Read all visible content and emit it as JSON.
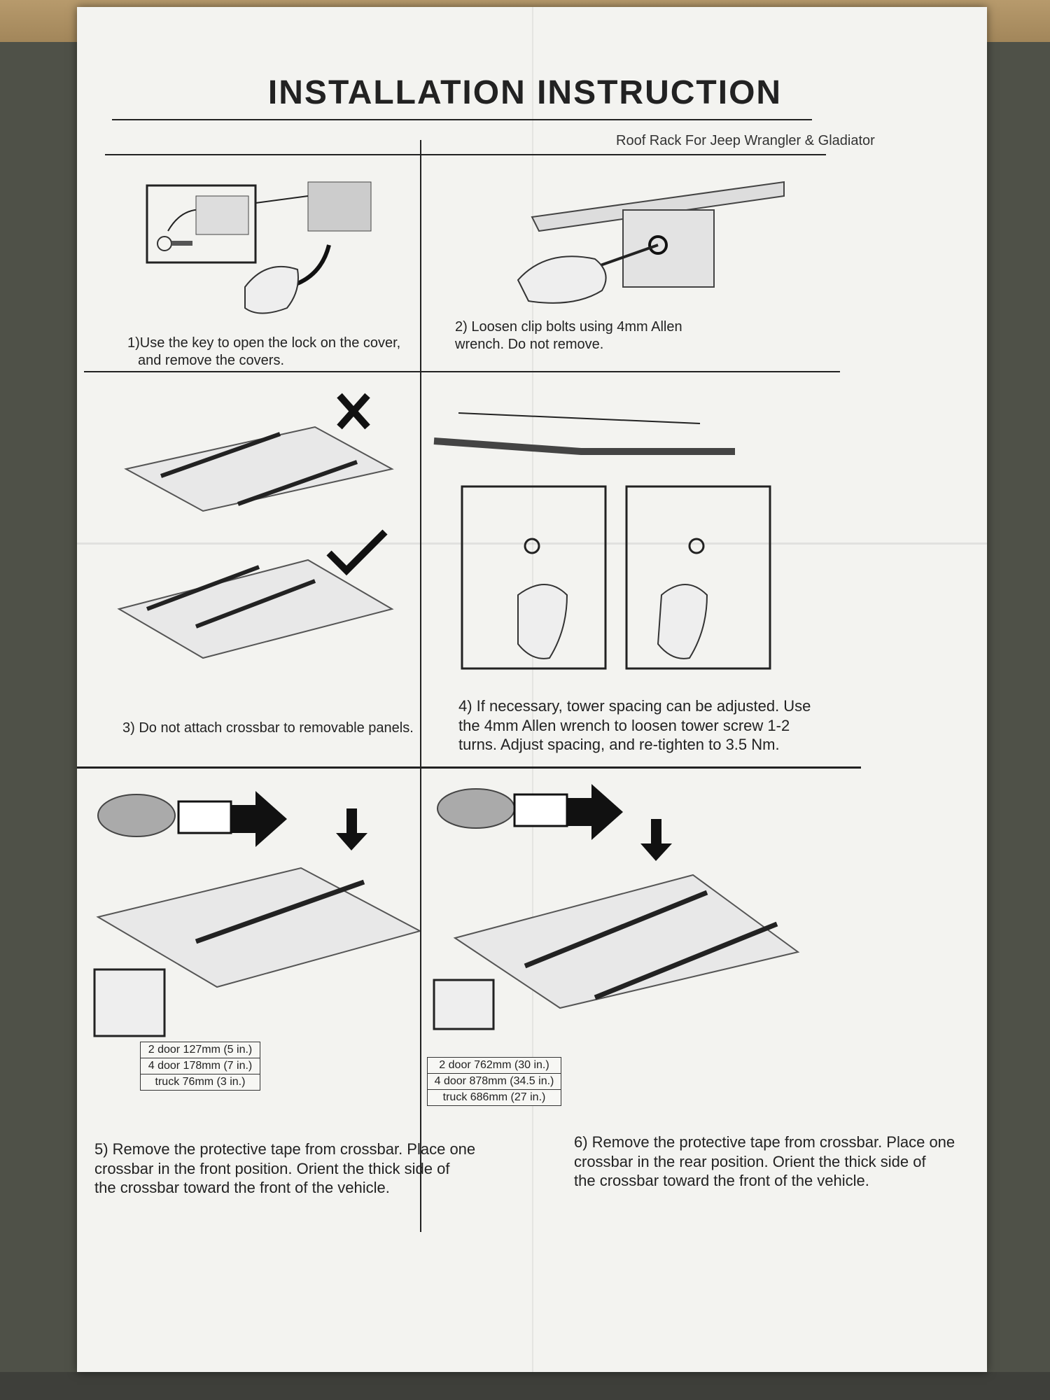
{
  "header": {
    "title": "INSTALLATION INSTRUCTION",
    "subtitle": "Roof Rack For Jeep Wrangler & Gladiator"
  },
  "steps": [
    {
      "caption_lines": [
        "1)Use the key to open the lock on the cover,",
        "and remove the covers."
      ]
    },
    {
      "caption_lines": [
        "2) Loosen clip bolts using 4mm Allen",
        "wrench. Do not remove."
      ]
    },
    {
      "caption_lines": [
        "3) Do not attach crossbar to removable panels."
      ]
    },
    {
      "caption_lines": [
        "4) If necessary, tower spacing can be adjusted. Use",
        "the 4mm Allen wrench to loosen tower screw 1-2",
        "turns. Adjust spacing, and re-tighten to 3.5 Nm."
      ]
    },
    {
      "caption_lines": [
        "5) Remove the protective tape from crossbar. Place one",
        "crossbar in the front position. Orient the thick side of",
        "the crossbar toward the front of the vehicle."
      ],
      "dimensions": [
        "2 door 127mm (5 in.)",
        "4 door 178mm (7 in.)",
        "truck 76mm (3 in.)"
      ]
    },
    {
      "caption_lines": [
        "6) Remove the protective tape from crossbar. Place one",
        "crossbar in the  rear position. Orient the thick side of",
        "the crossbar toward the front of the vehicle."
      ],
      "dimensions": [
        "2 door 762mm (30 in.)",
        "4 door 878mm (34.5 in.)",
        "truck 686mm (27 in.)"
      ]
    }
  ],
  "icons": [
    "key-icon",
    "hand-icon",
    "allen-wrench-icon",
    "cross-icon",
    "check-icon",
    "jeep-icon",
    "arrow-right-icon",
    "arrow-down-icon"
  ]
}
